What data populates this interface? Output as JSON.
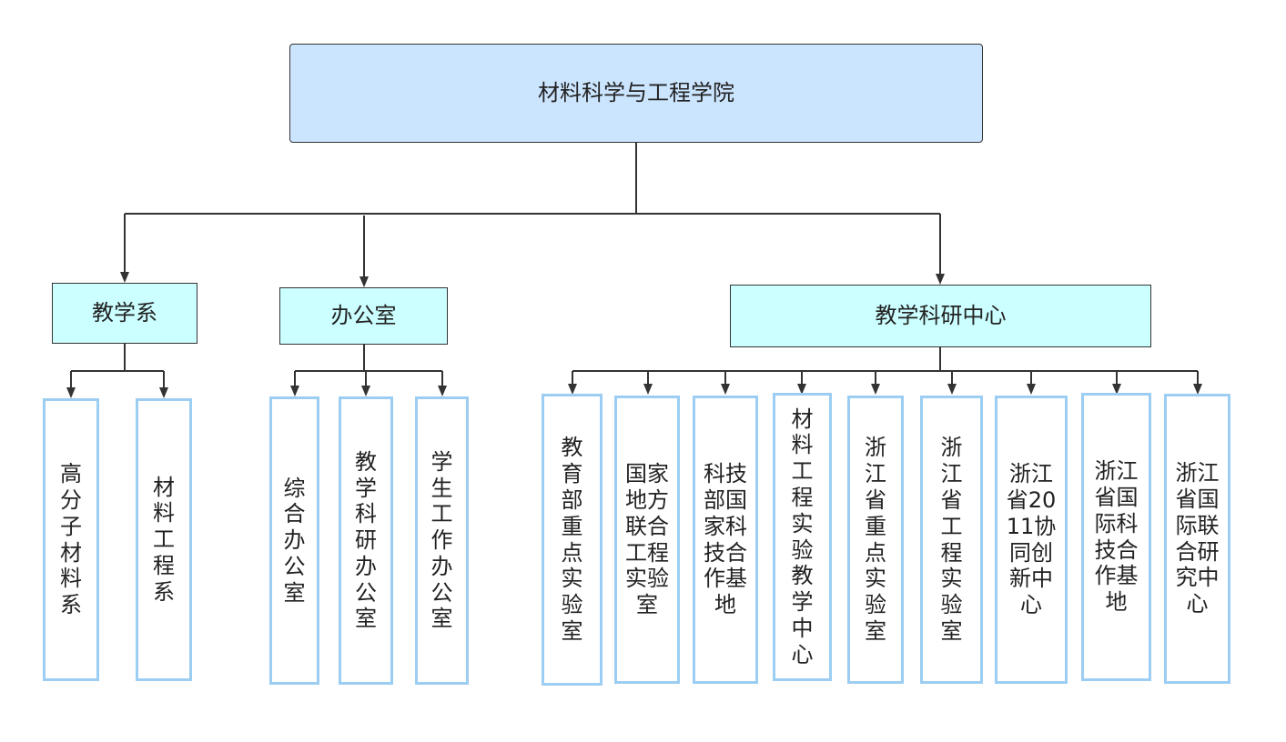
{
  "root": {
    "label": "材料科学与工程学院"
  },
  "level1": [
    {
      "label": "教学系"
    },
    {
      "label": "办公室"
    },
    {
      "label": "教学科研中心"
    }
  ],
  "leaves": [
    {
      "label": "高分子材料系"
    },
    {
      "label": "材料工程系"
    },
    {
      "label": "综合办公室"
    },
    {
      "label": "教学科研办公室"
    },
    {
      "label": "学生工作办公室"
    },
    {
      "label": "教育部重点实验室"
    },
    {
      "label": "国家地方联合工程实验室"
    },
    {
      "label": "科技部国家科技合作基地"
    },
    {
      "label": "材料工程实验教学中心"
    },
    {
      "label": "浙江省重点实验室"
    },
    {
      "label": "浙江省工程实验室"
    },
    {
      "label": "浙江省2011协同创新中心"
    },
    {
      "label": "浙江省国际科技合作基地"
    },
    {
      "label": "浙江省国际联合研究中心"
    }
  ]
}
